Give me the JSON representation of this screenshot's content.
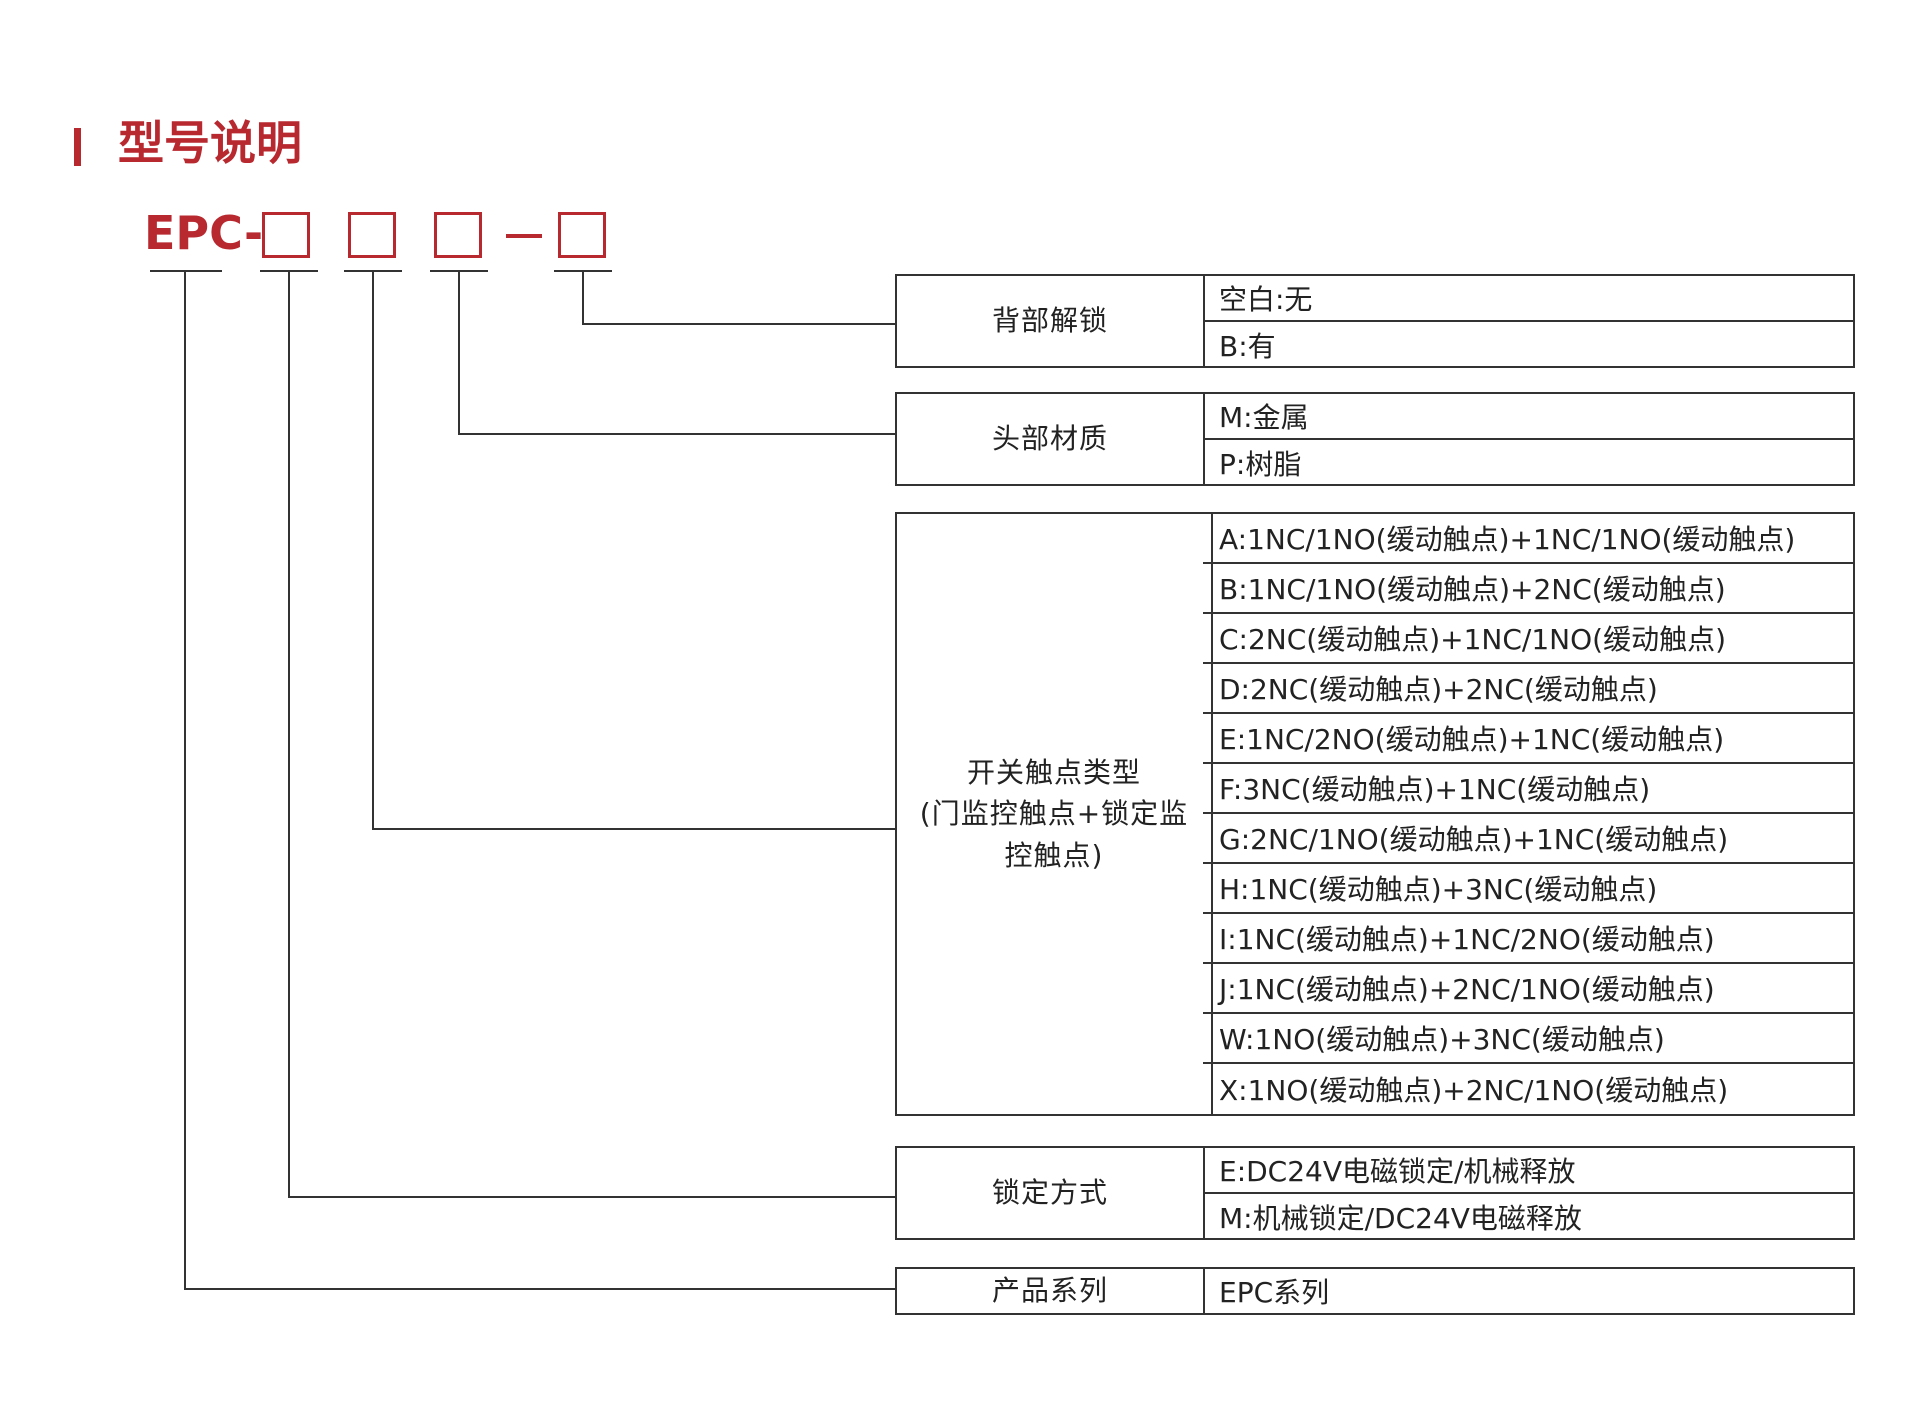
{
  "header": {
    "title": "型号说明"
  },
  "model_code": {
    "prefix": "EPC-"
  },
  "groups": [
    {
      "label": "背部解锁",
      "options": [
        "空白:无",
        "B:有"
      ]
    },
    {
      "label": "头部材质",
      "options": [
        "M:金属",
        "P:树脂"
      ]
    },
    {
      "label": "开关触点类型\n(门监控触点+锁定监\n控触点)",
      "options": [
        "A:1NC/1NO(缓动触点)+1NC/1NO(缓动触点)",
        "B:1NC/1NO(缓动触点)+2NC(缓动触点)",
        "C:2NC(缓动触点)+1NC/1NO(缓动触点)",
        "D:2NC(缓动触点)+2NC(缓动触点)",
        "E:1NC/2NO(缓动触点)+1NC(缓动触点)",
        "F:3NC(缓动触点)+1NC(缓动触点)",
        "G:2NC/1NO(缓动触点)+1NC(缓动触点)",
        "H:1NC(缓动触点)+3NC(缓动触点)",
        "I:1NC(缓动触点)+1NC/2NO(缓动触点)",
        "J:1NC(缓动触点)+2NC/1NO(缓动触点)",
        "W:1NO(缓动触点)+3NC(缓动触点)",
        "X:1NO(缓动触点)+2NC/1NO(缓动触点)"
      ]
    },
    {
      "label": "锁定方式",
      "options": [
        "E:DC24V电磁锁定/机械释放",
        "M:机械锁定/DC24V电磁释放"
      ]
    },
    {
      "label": "产品系列",
      "options": [
        "EPC系列"
      ]
    }
  ],
  "colors": {
    "accent": "#b8282f",
    "line": "#333333",
    "text": "#222222"
  }
}
